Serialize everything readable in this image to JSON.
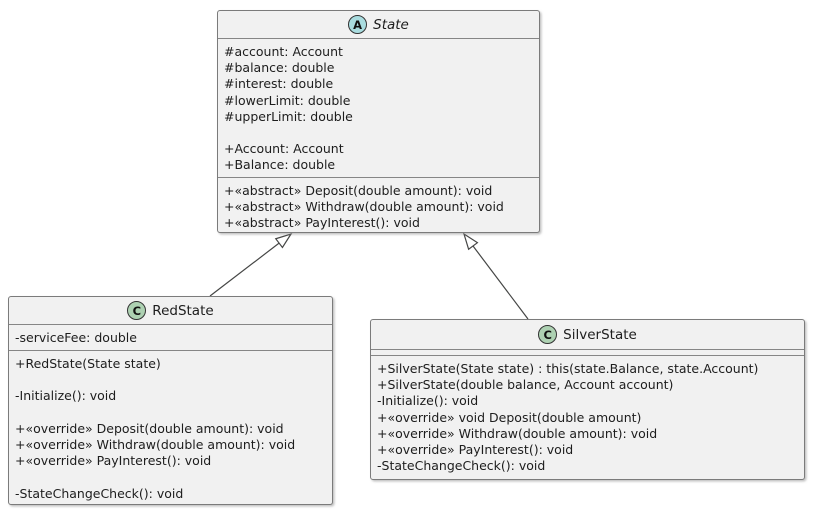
{
  "colors": {
    "background": "#ffffff",
    "box_fill": "#f1f1f1",
    "box_border": "#7b7b7b",
    "abstract_icon_fill": "#a9dcdf",
    "class_icon_fill": "#add1b2",
    "arrow_color": "#454645"
  },
  "classes": [
    {
      "id": "state",
      "icon_letter": "A",
      "kind": "abstract",
      "name": "State",
      "attributes": [
        "#account: Account",
        "#balance: double",
        "#interest: double",
        "#lowerLimit: double",
        "#upperLimit: double",
        "",
        "+Account: Account",
        "+Balance: double"
      ],
      "methods": [
        "+«abstract» Deposit(double amount): void",
        "+«abstract» Withdraw(double amount): void",
        "+«abstract» PayInterest(): void"
      ]
    },
    {
      "id": "redstate",
      "icon_letter": "C",
      "kind": "class",
      "name": "RedState",
      "attributes": [
        "-serviceFee: double"
      ],
      "methods": [
        "+RedState(State state)",
        "",
        "-Initialize(): void",
        "",
        "+«override» Deposit(double amount): void",
        "+«override» Withdraw(double amount): void",
        "+«override» PayInterest(): void",
        "",
        "-StateChangeCheck(): void"
      ]
    },
    {
      "id": "silverstate",
      "icon_letter": "C",
      "kind": "class",
      "name": "SilverState",
      "attributes": [],
      "methods": [
        "+SilverState(State state) : this(state.Balance, state.Account)",
        "+SilverState(double balance, Account account)",
        "-Initialize(): void",
        "+«override» void Deposit(double amount)",
        "+«override» Withdraw(double amount): void",
        "+«override» PayInterest(): void",
        "-StateChangeCheck(): void"
      ]
    }
  ],
  "relations": [
    {
      "type": "inheritance",
      "from": "RedState",
      "to": "State"
    },
    {
      "type": "inheritance",
      "from": "SilverState",
      "to": "State"
    }
  ]
}
